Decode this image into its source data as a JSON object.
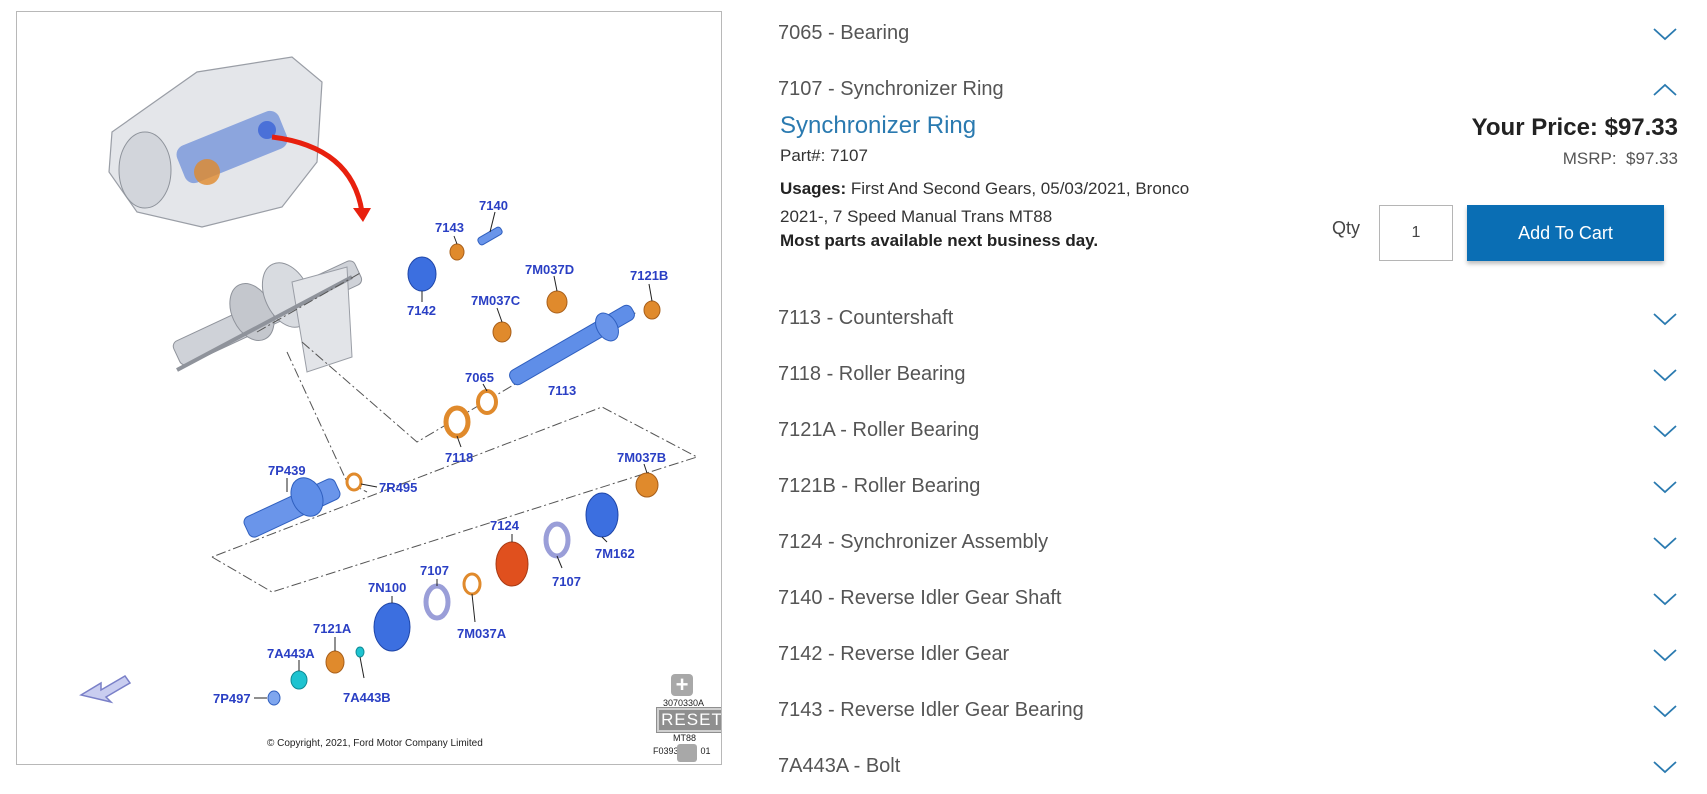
{
  "diagram": {
    "labels": [
      "7140",
      "7143",
      "7142",
      "7M037D",
      "7121B",
      "7M037C",
      "7065",
      "7113",
      "7118",
      "7M037B",
      "7P439",
      "7R495",
      "7124",
      "7M162",
      "7107",
      "7107",
      "7N100",
      "7M037A",
      "7121A",
      "7A443A",
      "7A443B",
      "7P497"
    ],
    "copyright": "© Copyright, 2021, Ford Motor Company Limited",
    "ref_code": "3070330A",
    "reset_label": "RESET",
    "model": "MT88",
    "figure_id": "F0393",
    "figure_id_suffix": "01",
    "colors": {
      "part_label": "#2a3fc4",
      "blue_part": "#3c6fe0",
      "orange_part": "#e08a2c",
      "red_part": "#e0501e",
      "cyan_part": "#1ec3d0",
      "arrow": "#e8200e"
    },
    "icons": {
      "zoom_in": "plus-icon",
      "zoom_out": "minus-icon",
      "back": "arrow-left-icon"
    }
  },
  "parts_list": {
    "rows_before": [
      {
        "title": "7065 - Bearing",
        "expanded": false
      }
    ],
    "expanded": {
      "header": "7107 - Synchronizer Ring",
      "name": "Synchronizer Ring",
      "part_label": "Part#:",
      "part_number": "7107",
      "usages_label": "Usages:",
      "usages": "First And Second Gears, 05/03/2021, Bronco 2021-, 7 Speed Manual Trans MT88",
      "availability": "Most parts available next business day.",
      "price_label": "Your Price:",
      "price": "$97.33",
      "msrp_label": "MSRP:",
      "msrp": "$97.33",
      "qty_label": "Qty",
      "qty": "1",
      "add_to_cart": "Add To Cart"
    },
    "rows_after": [
      {
        "title": "7113 - Countershaft"
      },
      {
        "title": "7118 - Roller Bearing"
      },
      {
        "title": "7121A - Roller Bearing"
      },
      {
        "title": "7121B - Roller Bearing"
      },
      {
        "title": "7124 - Synchronizer Assembly"
      },
      {
        "title": "7140 - Reverse Idler Gear Shaft"
      },
      {
        "title": "7142 - Reverse Idler Gear"
      },
      {
        "title": "7143 - Reverse Idler Gear Bearing"
      },
      {
        "title": "7A443A - Bolt"
      }
    ],
    "colors": {
      "link": "#2a7ab0",
      "button": "#0a6eb4",
      "chevron": "#2a7ab0"
    },
    "icons": {
      "collapsed": "chevron-down-icon",
      "expanded": "chevron-up-icon"
    }
  }
}
